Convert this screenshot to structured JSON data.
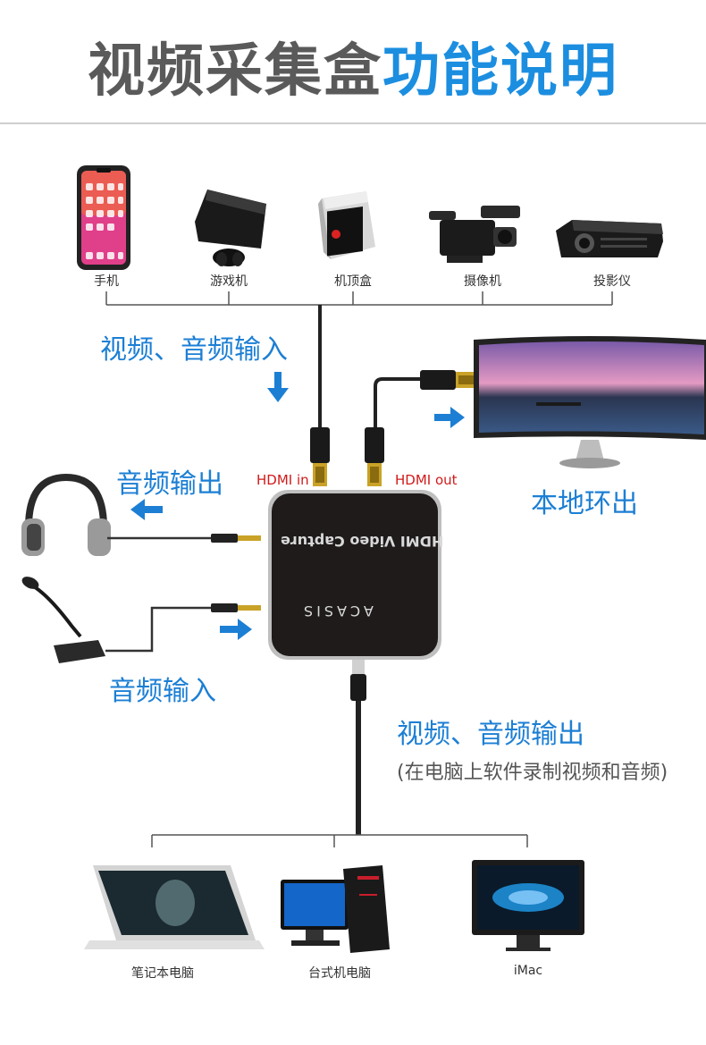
{
  "title": {
    "part1": "视频采集盒",
    "part2": "功能说明"
  },
  "sources": [
    {
      "label": "手机"
    },
    {
      "label": "游戏机"
    },
    {
      "label": "机顶盒"
    },
    {
      "label": "摄像机"
    },
    {
      "label": "投影仪"
    }
  ],
  "labels": {
    "video_audio_in": "视频、音频输入",
    "audio_out": "音频输出",
    "local_loop": "本地环出",
    "audio_in": "音频输入",
    "video_audio_out": "视频、音频输出",
    "video_audio_out_note": "(在电脑上软件录制视频和音频)",
    "hdmi_in": "HDMI in",
    "hdmi_out": "HDMI out"
  },
  "device": {
    "name": "HDMI Video Capture",
    "brand": "ACASIS"
  },
  "computers": [
    {
      "label": "笔记本电脑"
    },
    {
      "label": "台式机电脑"
    },
    {
      "label": "iMac"
    }
  ],
  "colors": {
    "accent": "#1c8ee0",
    "title_gray": "#5a5a5a",
    "hdmi_red": "#d11a1a"
  }
}
